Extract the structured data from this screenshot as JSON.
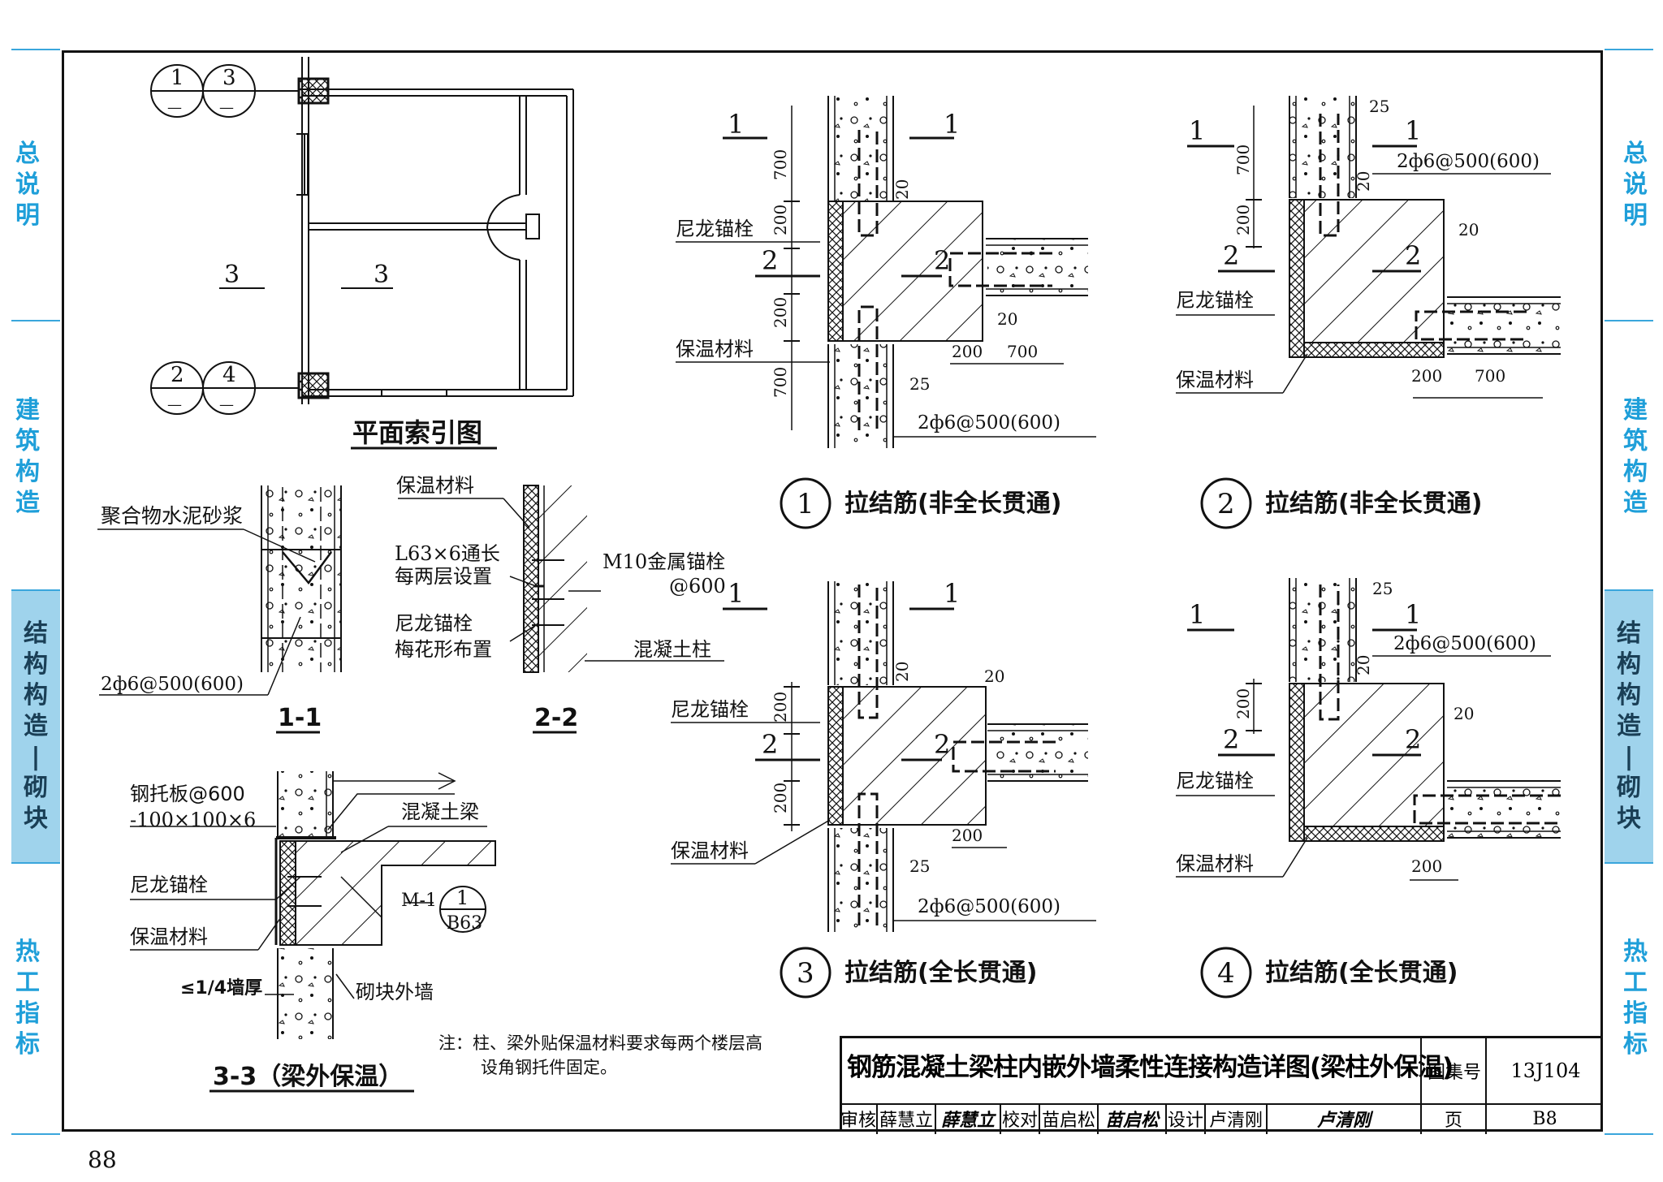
{
  "side_tabs": [
    {
      "chars": [
        "总",
        "说",
        "明"
      ],
      "active": false
    },
    {
      "chars": [
        "建",
        "筑",
        "构",
        "造"
      ],
      "active": false
    },
    {
      "chars": [
        "结",
        "构",
        "构",
        "造",
        "|",
        "砌",
        "块"
      ],
      "active": true
    },
    {
      "chars": [
        "热",
        "工",
        "指",
        "标"
      ],
      "active": false
    }
  ],
  "plan": {
    "title": "平面索引图",
    "callouts": [
      {
        "top": "1",
        "bottom": "—"
      },
      {
        "top": "3",
        "bottom": "—"
      },
      {
        "top": "2",
        "bottom": "—"
      },
      {
        "top": "4",
        "bottom": "—"
      }
    ],
    "sections": [
      "3",
      "3"
    ]
  },
  "sec11": {
    "title": "1-1",
    "labels": [
      "聚合物水泥砂浆",
      "2ф6@500(600)"
    ]
  },
  "sec22": {
    "title": "2-2",
    "labels": [
      "保温材料",
      "L63×6通长",
      "每两层设置",
      "M10金属锚栓",
      "@600",
      "尼龙锚栓",
      "梅花形布置",
      "混凝土柱"
    ]
  },
  "sec33": {
    "title": "3-3（梁外保温）",
    "labels": [
      "钢托板@600",
      "-100×100×6",
      "混凝土梁",
      "尼龙锚栓",
      "M-1",
      "保温材料",
      "≤1/4墙厚",
      "砌块外墙"
    ],
    "ref_top": "1",
    "ref_bottom": "B63"
  },
  "details": [
    {
      "num": "1",
      "caption": "拉结筋(非全长贯通)",
      "labels": {
        "anchor": "尼龙锚栓",
        "insul": "保温材料",
        "rebar": "2ф6@500(600)"
      },
      "dims": [
        "700",
        "200",
        "200",
        "700",
        "20",
        "20",
        "200",
        "700",
        "25"
      ],
      "sec": [
        "1",
        "1",
        "2",
        "2"
      ]
    },
    {
      "num": "2",
      "caption": "拉结筋(非全长贯通)",
      "labels": {
        "anchor": "尼龙锚栓",
        "insul": "保温材料",
        "rebar": "2ф6@500(600)"
      },
      "dims": [
        "25",
        "700",
        "200",
        "20",
        "20",
        "200",
        "700"
      ],
      "sec": [
        "1",
        "1",
        "2",
        "2"
      ]
    },
    {
      "num": "3",
      "caption": "拉结筋(全长贯通)",
      "labels": {
        "anchor": "尼龙锚栓",
        "insul": "保温材料",
        "rebar": "2ф6@500(600)"
      },
      "dims": [
        "200",
        "200",
        "20",
        "20",
        "200",
        "25"
      ],
      "sec": [
        "1",
        "1",
        "2",
        "2"
      ]
    },
    {
      "num": "4",
      "caption": "拉结筋(全长贯通)",
      "labels": {
        "anchor": "尼龙锚栓",
        "insul": "保温材料",
        "rebar": "2ф6@500(600)"
      },
      "dims": [
        "25",
        "200",
        "20",
        "20",
        "200"
      ],
      "sec": [
        "1",
        "1",
        "2",
        "2"
      ]
    }
  ],
  "note": {
    "line1": "注：柱、梁外贴保温材料要求每两个楼层高",
    "line2": "设角钢托件固定。"
  },
  "title_block": {
    "title": "钢筋混凝土梁柱内嵌外墙柔性连接构造详图(梁柱外保温)",
    "atlas_label": "图集号",
    "atlas_no": "13J104",
    "page_label": "页",
    "page_no": "B8",
    "review_label": "审核",
    "review_name": "薛慧立",
    "review_sig": "薛慧立",
    "check_label": "校对",
    "check_name": "苗启松",
    "check_sig": "苗启松",
    "design_label": "设计",
    "design_name": "卢清刚",
    "design_sig": "卢清刚"
  },
  "page_number": "88"
}
